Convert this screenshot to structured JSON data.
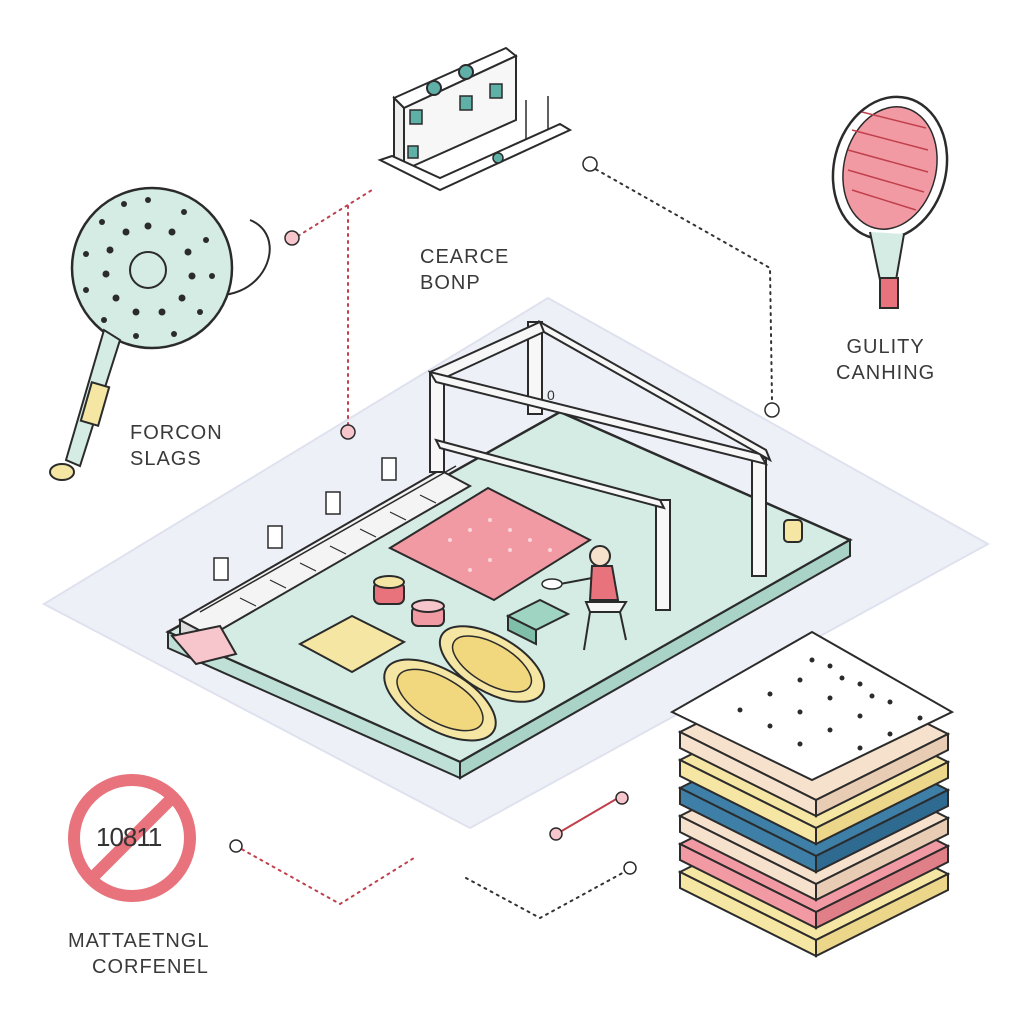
{
  "labels": {
    "center_top": {
      "line1": "CEARCE",
      "line2": "BONP"
    },
    "left": {
      "line1": "FORCON",
      "line2": "SLAGS"
    },
    "right": {
      "line1": "GULITY",
      "line2": "CANHING"
    },
    "bottom_left": {
      "line1": "MATTAETNGL",
      "line2": "CORFENEL"
    }
  },
  "badge": {
    "text": "10811"
  },
  "gantry_mark": "0",
  "colors": {
    "mint": "#d4ece4",
    "pink": "#f29aa3",
    "coral": "#e8737c",
    "yellow": "#f6e6a4",
    "blue": "#3e7fa8",
    "peach": "#f6e1cc",
    "line": "#2b2b2b",
    "dot_red": "#c0404c",
    "dot_dark": "#333333"
  },
  "icons": [
    "padel-racket-icon",
    "tennis-racket-icon",
    "factory-icon",
    "no-sign-icon",
    "material-stack-icon"
  ]
}
